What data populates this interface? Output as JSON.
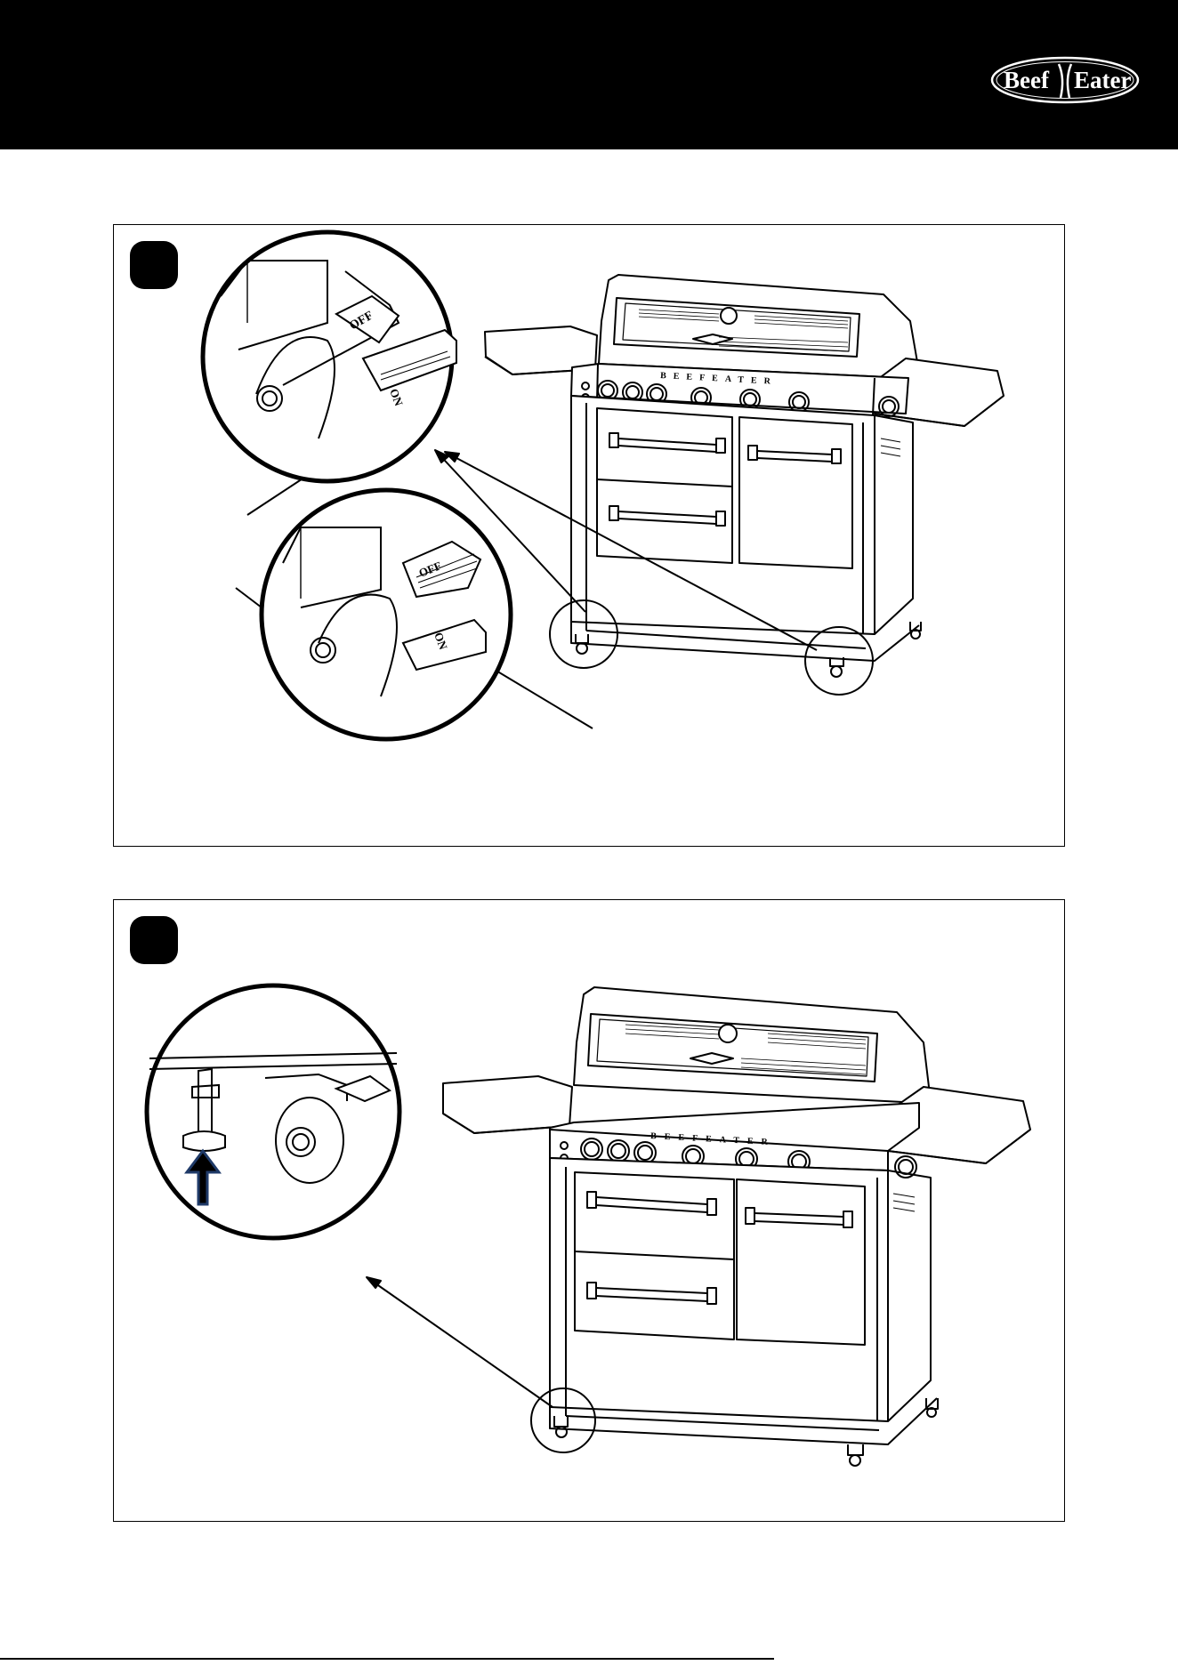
{
  "header": {
    "brand_left": "Beef",
    "brand_right": "Eater"
  },
  "steps": [
    {
      "grill_name": "BEEFEATER",
      "callout_top": {
        "off_label": "OFF",
        "on_label": "ON"
      },
      "callout_bottom": {
        "off_label": "OFF",
        "on_label": "ON"
      }
    },
    {
      "grill_name": "BEEFEATER"
    }
  ]
}
